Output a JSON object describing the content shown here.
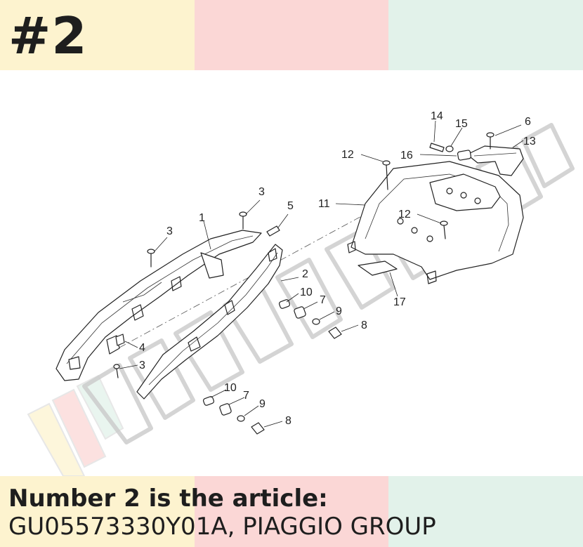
{
  "header": {
    "badge": "#2"
  },
  "callouts": [
    "1",
    "2",
    "3",
    "3",
    "3",
    "4",
    "5",
    "6",
    "7",
    "7",
    "8",
    "8",
    "9",
    "9",
    "10",
    "10",
    "11",
    "12",
    "12",
    "13",
    "14",
    "15",
    "16",
    "17"
  ],
  "footer": {
    "line1": "Number 2 is the article:",
    "line2": "GU05573330Y01A, PIAGGIO GROUP"
  },
  "colors": {
    "yellow": "#fdf3cf",
    "pink": "#fbd7d6",
    "mint": "#e2f2ea",
    "ink": "#1e1e1e",
    "watermark": "#c9c9c9"
  }
}
